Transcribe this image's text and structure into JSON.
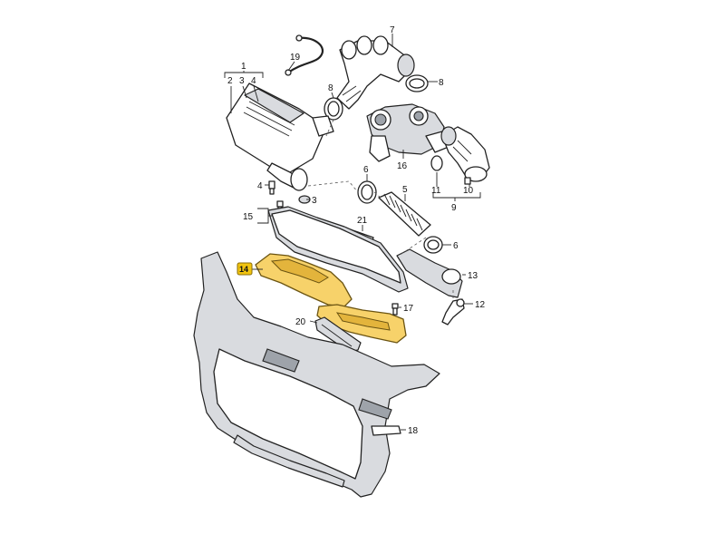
{
  "diagram": {
    "highlight_color": "#f7d26a",
    "highlighted_part": "14",
    "labels": {
      "p1": "1",
      "p2": "2",
      "p3": "3",
      "p4": "4",
      "p3b": "3",
      "p4b": "4",
      "p5": "5",
      "p6a": "6",
      "p6b": "6",
      "p7": "7",
      "p8a": "8",
      "p8b": "8",
      "p9": "9",
      "p10": "10",
      "p11": "11",
      "p12": "12",
      "p13": "13",
      "p14": "14",
      "p15": "15",
      "p16": "16",
      "p17": "17",
      "p18": "18",
      "p19": "19",
      "p20": "20",
      "p21": "21"
    }
  }
}
